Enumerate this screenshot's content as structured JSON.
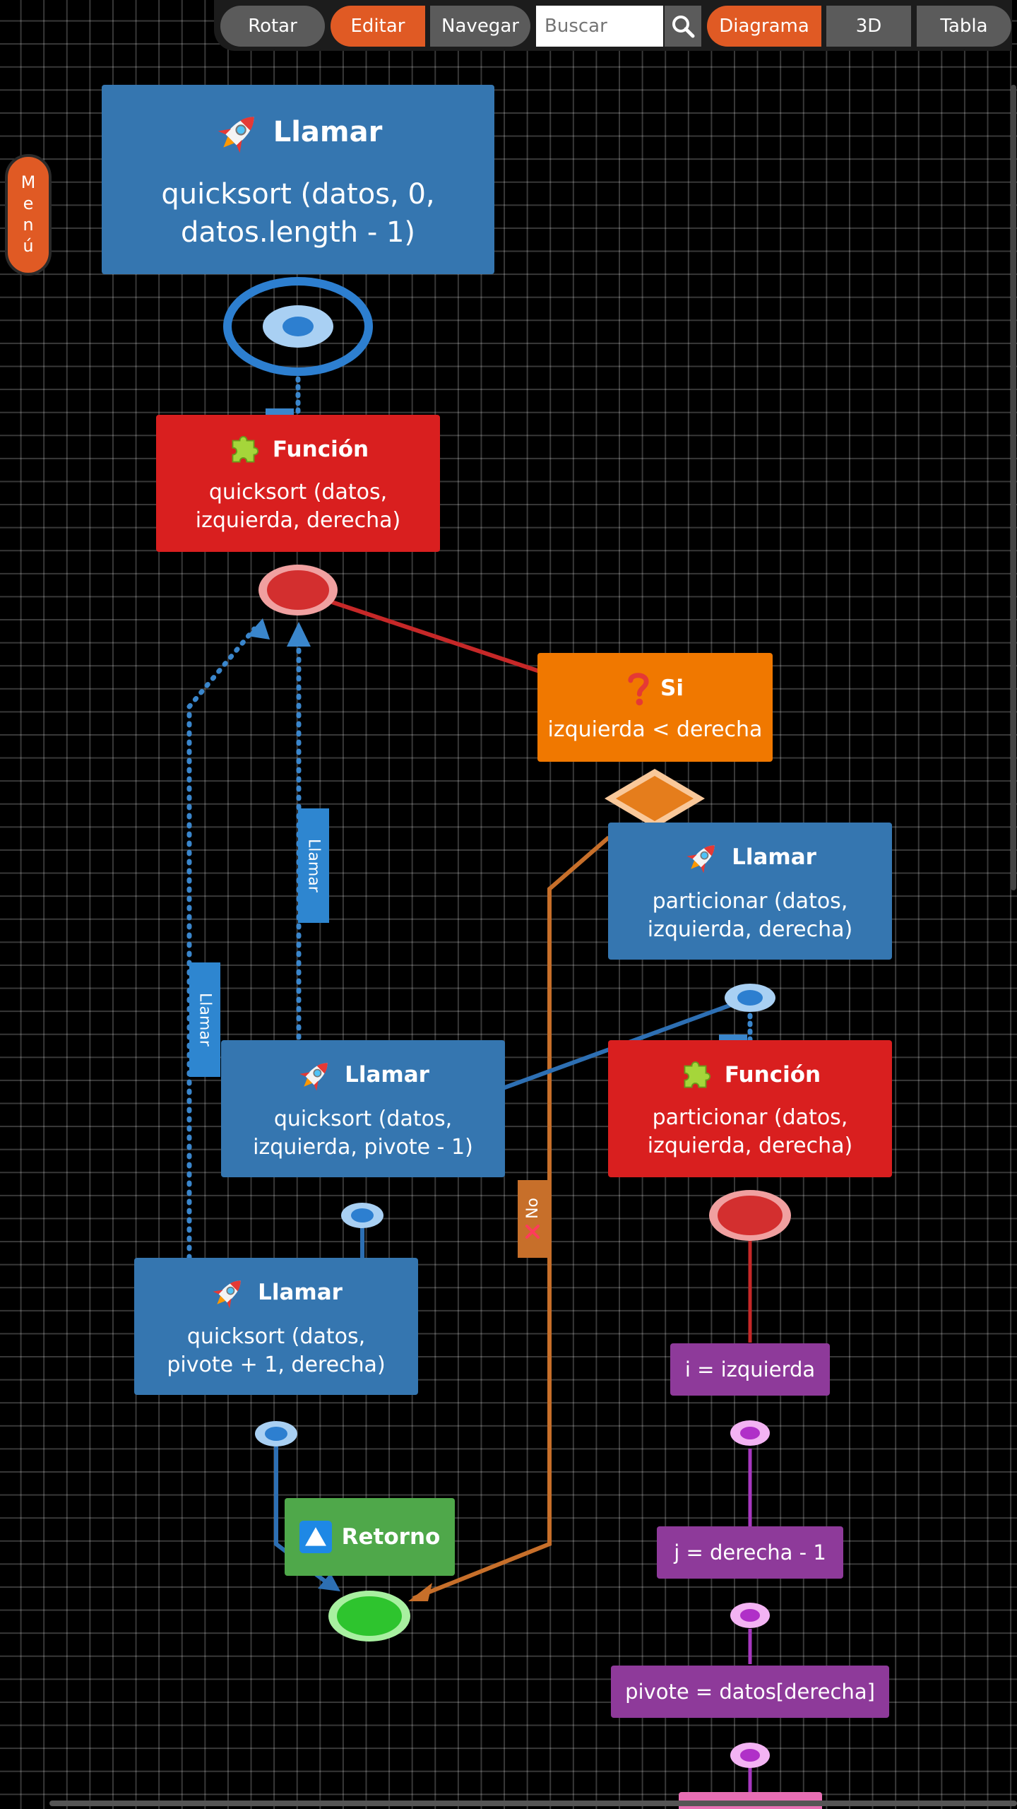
{
  "toolbar": {
    "rotate": "Rotar",
    "edit": "Editar",
    "navigate": "Navegar",
    "search_placeholder": "Buscar",
    "diagram": "Diagrama",
    "view_3d": "3D",
    "table": "Tabla"
  },
  "menu": {
    "label": "Menú"
  },
  "colors": {
    "call": "#3576b0",
    "function": "#d91f1f",
    "if": "#f07800",
    "return": "#4fa84a",
    "assign": "#8e3a9a",
    "accent": "#e05a24"
  },
  "nodes": {
    "call_main": {
      "title": "Llamar",
      "text": "quicksort (datos, 0, datos.length - 1)",
      "icon": "rocket-icon"
    },
    "func_quicksort": {
      "title": "Función",
      "text": "quicksort (datos, izquierda, derecha)",
      "icon": "puzzle-icon"
    },
    "if_node": {
      "title": "Si",
      "text": "izquierda < derecha",
      "icon": "question-icon"
    },
    "call_particionar": {
      "title": "Llamar",
      "text": "particionar (datos, izquierda, derecha)",
      "icon": "rocket-icon"
    },
    "call_qs_left": {
      "title": "Llamar",
      "text": "quicksort (datos, izquierda, pivote - 1)",
      "icon": "rocket-icon"
    },
    "func_particionar": {
      "title": "Función",
      "text": "particionar (datos, izquierda, derecha)",
      "icon": "puzzle-icon"
    },
    "call_qs_right": {
      "title": "Llamar",
      "text": "quicksort (datos, pivote + 1, derecha)",
      "icon": "rocket-icon"
    },
    "return_node": {
      "title": "Retorno",
      "icon": "triangle-icon"
    },
    "assign_i": {
      "text": "i = izquierda"
    },
    "assign_j": {
      "text": "j = derecha - 1"
    },
    "assign_pivote": {
      "text": "pivote = datos[derecha]"
    }
  },
  "edge_labels": {
    "llamar_1": "Llamar",
    "llamar_2": "Llamar",
    "no": "No"
  }
}
